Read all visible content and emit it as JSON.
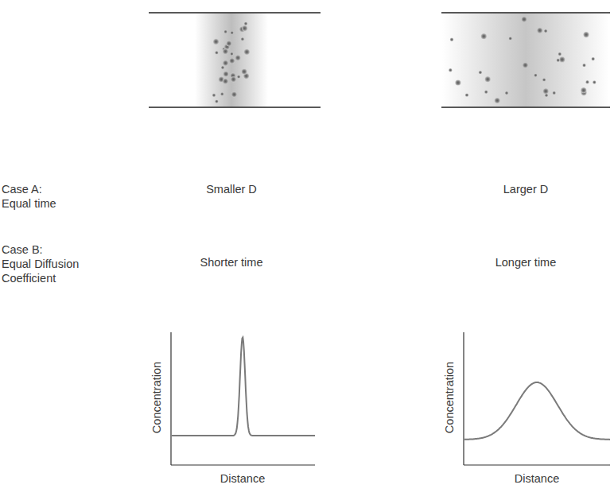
{
  "diagram": {
    "labels": [
      "Case A: Equal time",
      "Smaller D",
      "Larger D",
      "Case B: Equal Diffusion Coefficient",
      "Shorter time",
      "Longer time",
      "Concentration",
      "Distance",
      "Concentration",
      "Distance"
    ]
  }
}
